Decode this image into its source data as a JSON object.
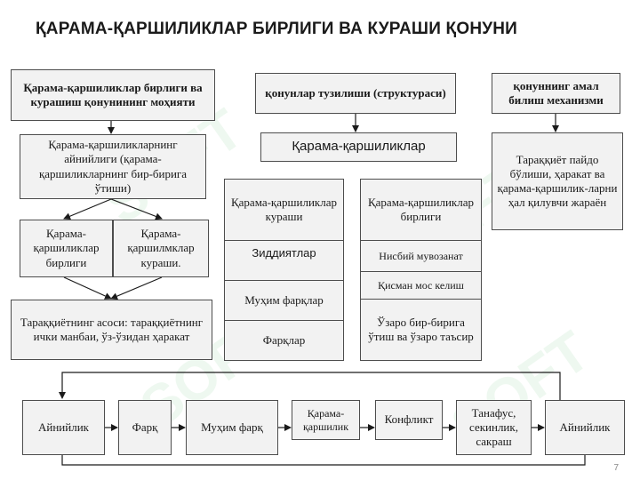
{
  "title": "ҚАРАМА-ҚАРШИЛИКЛАР БИРЛИГИ ВА КУРАШИ ҚОНУНИ",
  "col1": {
    "header": "Қарама-қаршиликлар бирлиги ва курашиш қонунининг моҳияти",
    "box1": "Қарама-қаршиликларнинг айнийлиги (қарама-қаршиликларнинг бир-бирига ўтиши)",
    "left_box": "Қарама-қаршиликлар бирлиги",
    "right_box": "Қарама-қаршилмклар кураши.",
    "bottom_box": "Тараққиётнинг асоси: тараққиётнинг ички манбаи, ўз-ўзидан ҳаракат"
  },
  "col2": {
    "header": "қонунлар тузилиши (структураси)",
    "main": "Қарама-қаршиликлар",
    "left": {
      "top": "Қарама-қаршиликлар кураши",
      "items": [
        "Зиддиятлар",
        "Муҳим фарқлар",
        "Фарқлар"
      ]
    },
    "right": {
      "top": "Қарама-қаршиликлар бирлиги",
      "items": [
        "Нисбий мувозанат",
        "Қисман мос келиш",
        "Ўзаро бир-бирига ўтиш ва ўзаро таъсир"
      ]
    }
  },
  "col3": {
    "header": "қонуннинг амал билиш механизми",
    "box": "Тараққиёт пайдо бўлиши, ҳаракат ва қарама-қаршилик-ларни ҳал қилувчи жараён"
  },
  "chain": [
    "Айнийлик",
    "Фарқ",
    "Муҳим фарқ",
    "Қарама-қаршилик",
    "Конфликт",
    "Танафус, секинлик, сакраш",
    "Айнийлик"
  ],
  "page_number": "7",
  "watermark": "SOFT"
}
